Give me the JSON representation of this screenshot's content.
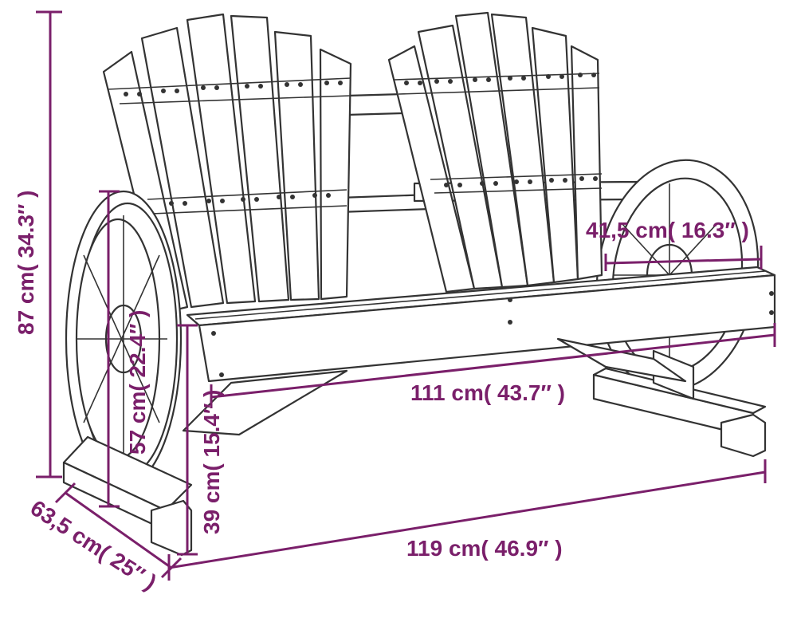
{
  "diagram": {
    "colors": {
      "dimension": "#7a1f6a",
      "outline": "#333333",
      "background": "#ffffff"
    },
    "dimensions": {
      "total_height": "87 cm( 34.3″ )",
      "back_width": "41,5 cm( 16.3″ )",
      "seat_height_back": "57 cm( 22.4″ )",
      "seat_height_front": "39 cm( 15.4″ )",
      "seat_width": "111 cm( 43.7″ )",
      "total_width": "119 cm( 46.9″ )",
      "depth": "63,5 cm( 25″ )"
    }
  }
}
